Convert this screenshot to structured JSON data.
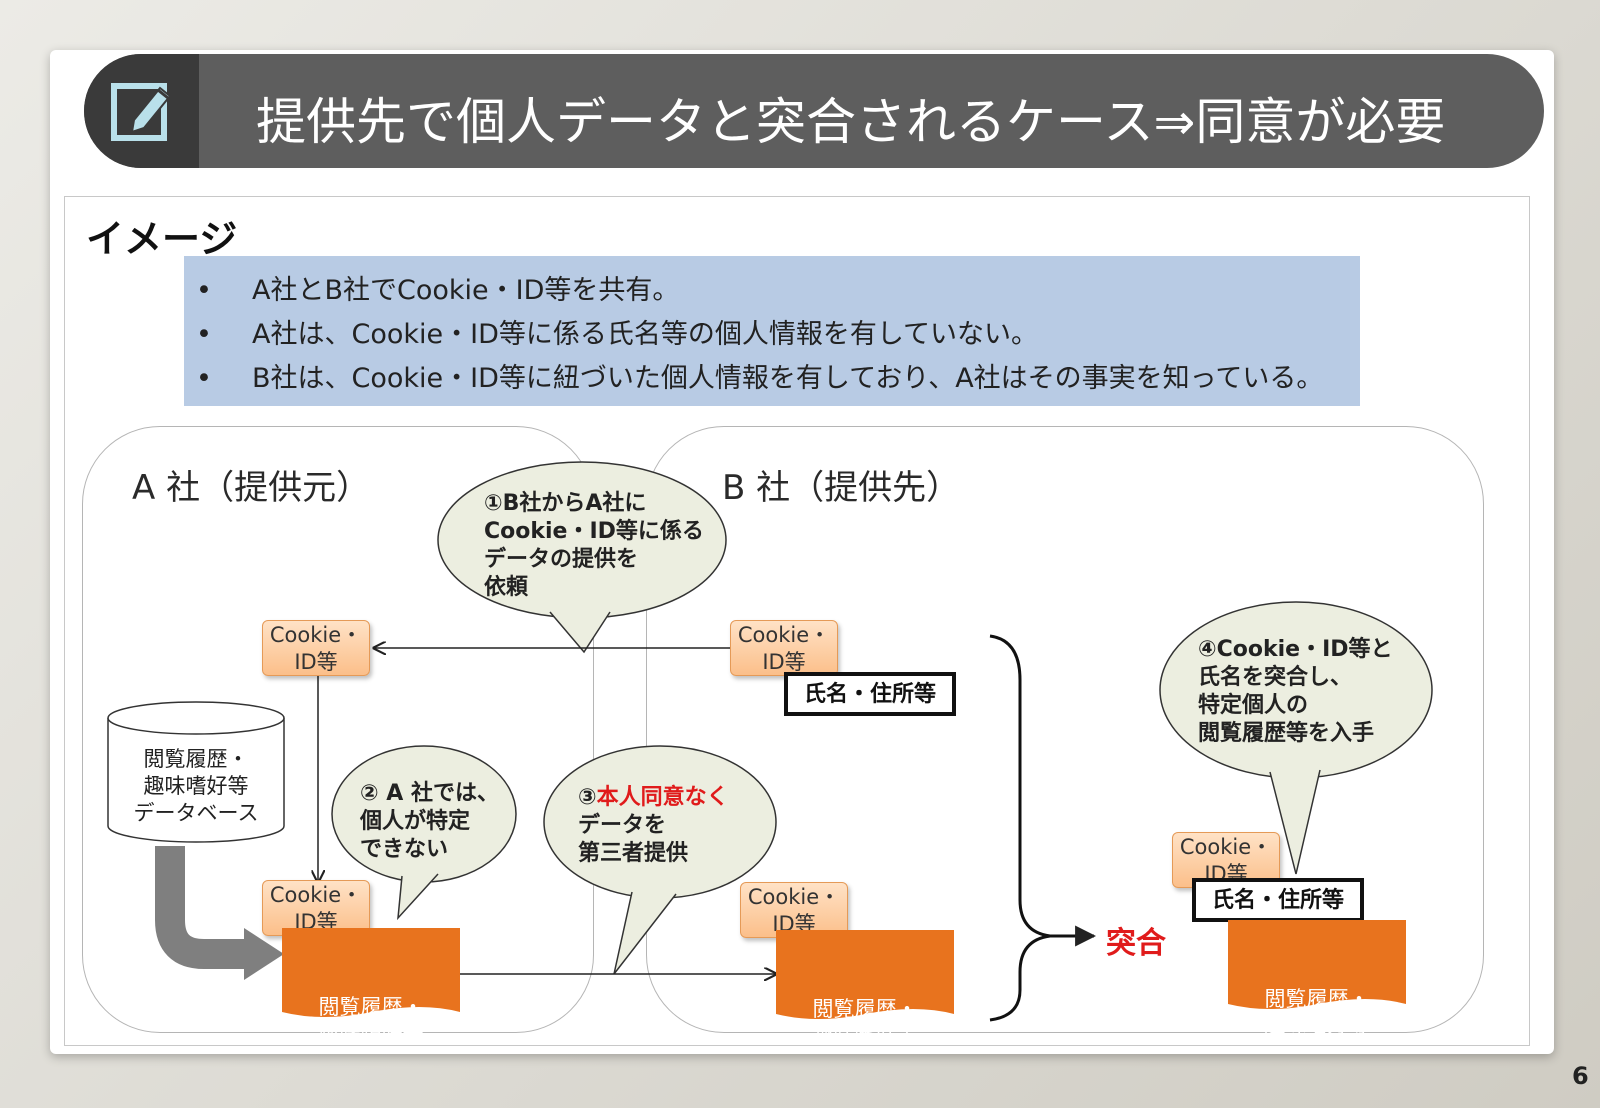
{
  "title": "提供先で個人データと突合されるケース⇒同意が必要",
  "section_label": "イメージ",
  "bullets": [
    "A社とB社でCookie・ID等を共有。",
    "A社は、Cookie・ID等に係る氏名等の個人情報を有していない。",
    "B社は、Cookie・ID等に紐づいた個人情報を有しており、A社はその事実を知っている。"
  ],
  "company_a": {
    "label": "A 社（提供元）"
  },
  "company_b": {
    "label": "B 社（提供先）"
  },
  "cookie_tag": "Cookie・\nID等",
  "name_address": "氏名・住所等",
  "history": "閲覧履歴・\n趣味嗜好等",
  "database": "閲覧履歴・\n趣味嗜好等\nデータベース",
  "bubbles": {
    "step1": "①B社からA社に\nCookie・ID等に係る\nデータの提供を\n依頼",
    "step2": "② A 社では、\n個人が特定\nできない",
    "step3_prefix": "③",
    "step3_red": "本人同意なく",
    "step3_rest": "データを\n第三者提供",
    "step4": "④Cookie・ID等と\n氏名を突合し、\n特定個人の\n閲覧履歴等を入手"
  },
  "match_label": "突合",
  "page_number": "6",
  "colors": {
    "title_bar": "#5e5e5e",
    "bullet_bg": "#b8cbe4",
    "bubble_fill": "#eceee0",
    "history_fill": "#e8731e",
    "accent_red": "#e01b1b"
  },
  "icons": [
    "edit-icon"
  ]
}
